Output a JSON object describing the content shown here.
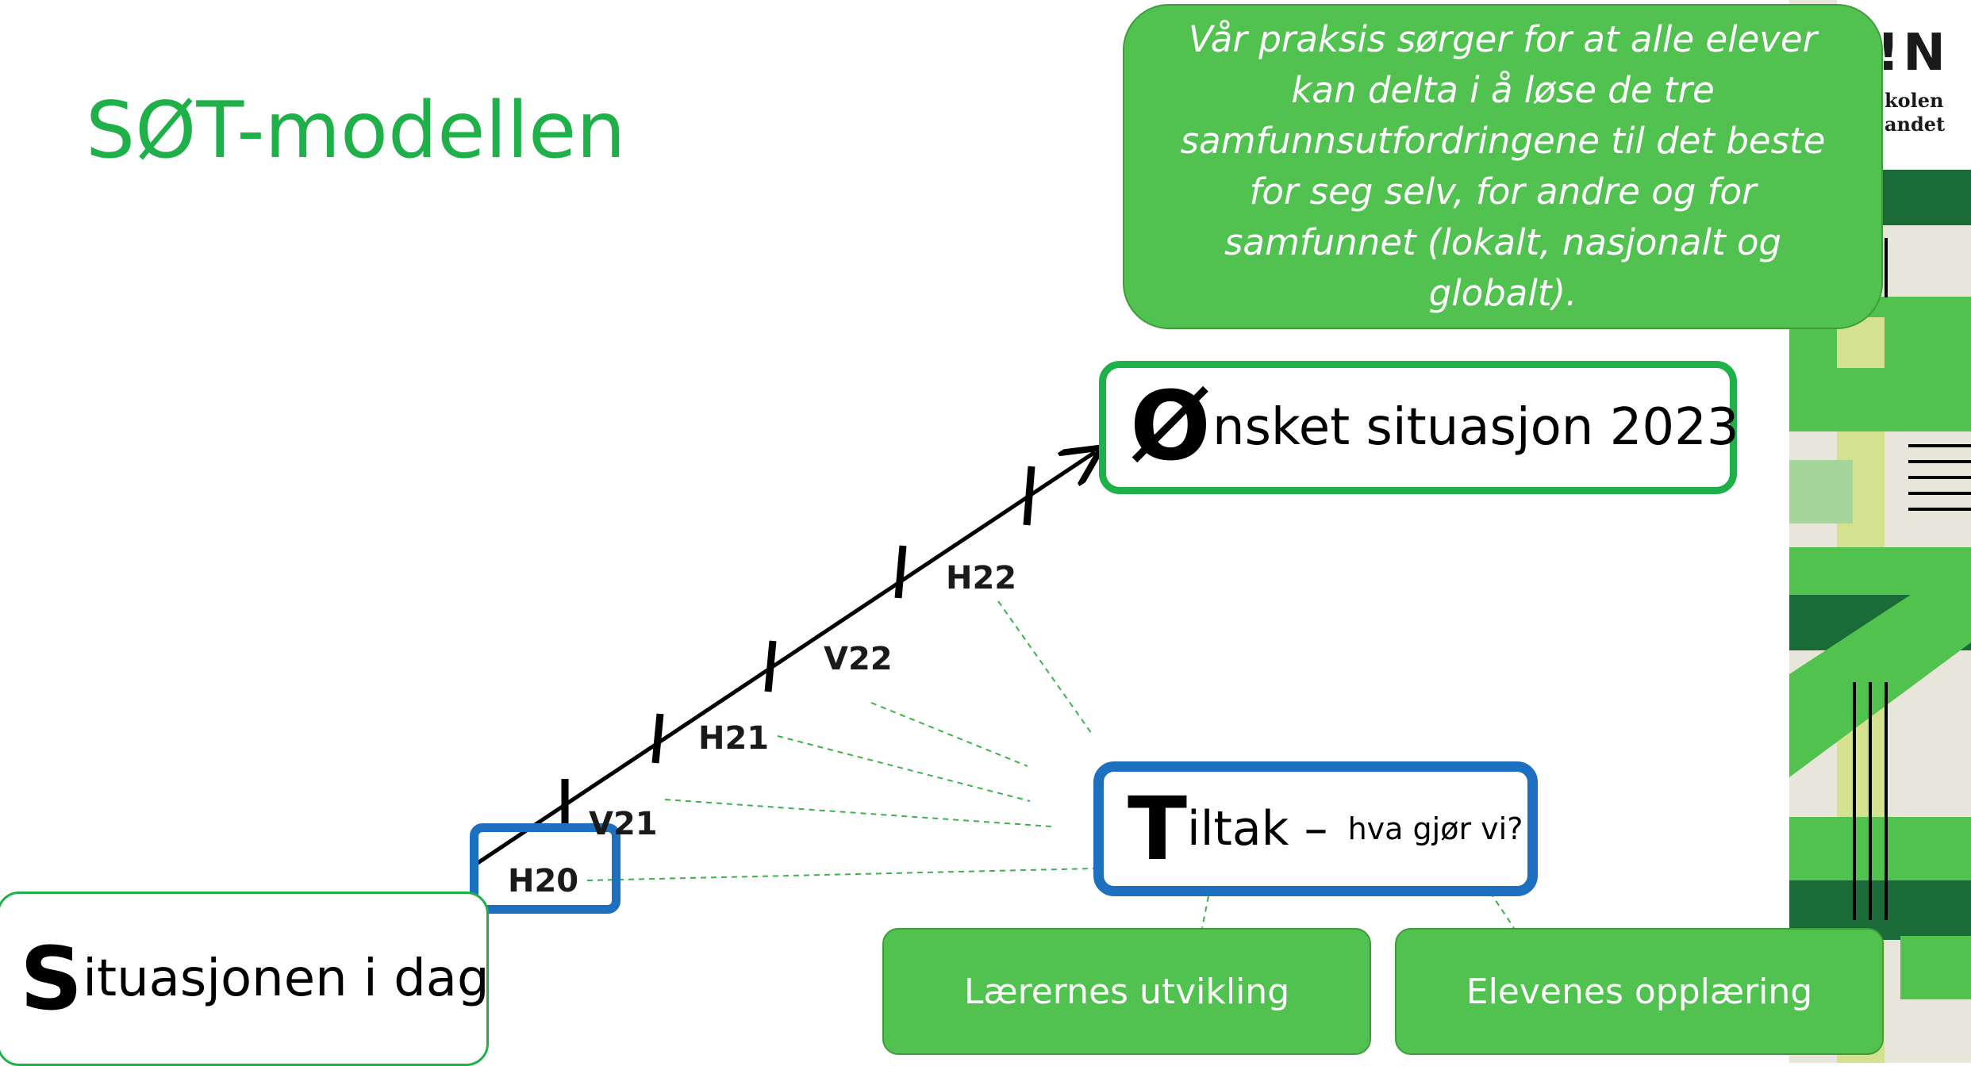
{
  "slide": {
    "title": "SØT-modellen",
    "callout": "Vår praksis sørger for at alle elever kan delta i å løse de tre samfunnsutfordringene til det beste for seg selv, for andre og for samfunnet (lokalt, nasjonalt og globalt)."
  },
  "desired_state": {
    "initial": "Ø",
    "rest": "nsket situasjon 2023"
  },
  "current_state": {
    "initial": "S",
    "rest": "ituasjonen i dag"
  },
  "actions": {
    "initial": "T",
    "rest": "iltak",
    "dash": " – ",
    "question": "hva gjør vi?"
  },
  "sub_boxes": {
    "teachers": "Lærernes utvikling",
    "students": "Elevenes opplæring"
  },
  "timeline": {
    "milestones": [
      {
        "label": "H20"
      },
      {
        "label": "V21"
      },
      {
        "label": "H21"
      },
      {
        "label": "V22"
      },
      {
        "label": "H22"
      }
    ]
  },
  "logo": {
    "mark": "!N",
    "text": "kolen\nandet"
  },
  "colors": {
    "green_title": "#1fb04a",
    "callout_green": "#51c24f",
    "blue_box": "#1d6fc0",
    "dark_green": "#1a6b37",
    "light_green": "#d4e28f"
  }
}
